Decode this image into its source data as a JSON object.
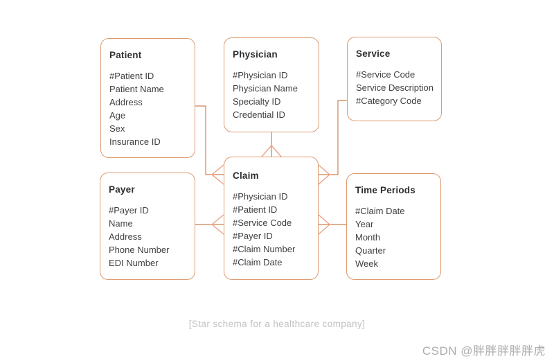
{
  "diagram": {
    "caption": "[Star schema for a healthcare company]",
    "watermark": "CSDN @胖胖胖胖胖虎",
    "colors": {
      "box_border": "#dc9a6e",
      "connector_line": "#cf8150",
      "crow_foot": "#eba286",
      "title_text": "#2f2f2f",
      "field_text": "#404040",
      "caption_text": "#c2c2c2",
      "watermark_text": "#acacac",
      "background": "#ffffff"
    },
    "entities": {
      "patient": {
        "title": "Patient",
        "fields": [
          "#Patient ID",
          "Patient Name",
          "Address",
          "Age",
          "Sex",
          "Insurance ID"
        ]
      },
      "physician": {
        "title": "Physician",
        "fields": [
          "#Physician ID",
          "Physician Name",
          "Specialty ID",
          "Credential ID"
        ]
      },
      "service": {
        "title": "Service",
        "fields": [
          "#Service Code",
          "Service Description",
          "#Category Code"
        ]
      },
      "payer": {
        "title": "Payer",
        "fields": [
          "#Payer ID",
          "Name",
          "Address",
          "Phone Number",
          "EDI Number"
        ]
      },
      "claim": {
        "title": "Claim",
        "fields": [
          "#Physician ID",
          "#Patient ID",
          "#Service Code",
          "#Payer ID",
          "#Claim Number",
          "#Claim Date"
        ]
      },
      "time_periods": {
        "title": "Time Periods",
        "fields": [
          "#Claim Date",
          "Year",
          "Month",
          "Quarter",
          "Week"
        ]
      }
    },
    "relationships": [
      {
        "from": "Patient",
        "to": "Claim",
        "many_end": "Claim"
      },
      {
        "from": "Physician",
        "to": "Claim",
        "many_end": "Claim"
      },
      {
        "from": "Service",
        "to": "Claim",
        "many_end": "Claim"
      },
      {
        "from": "Payer",
        "to": "Claim",
        "many_end": "Claim"
      },
      {
        "from": "Time Periods",
        "to": "Claim",
        "many_end": "Claim"
      }
    ]
  }
}
